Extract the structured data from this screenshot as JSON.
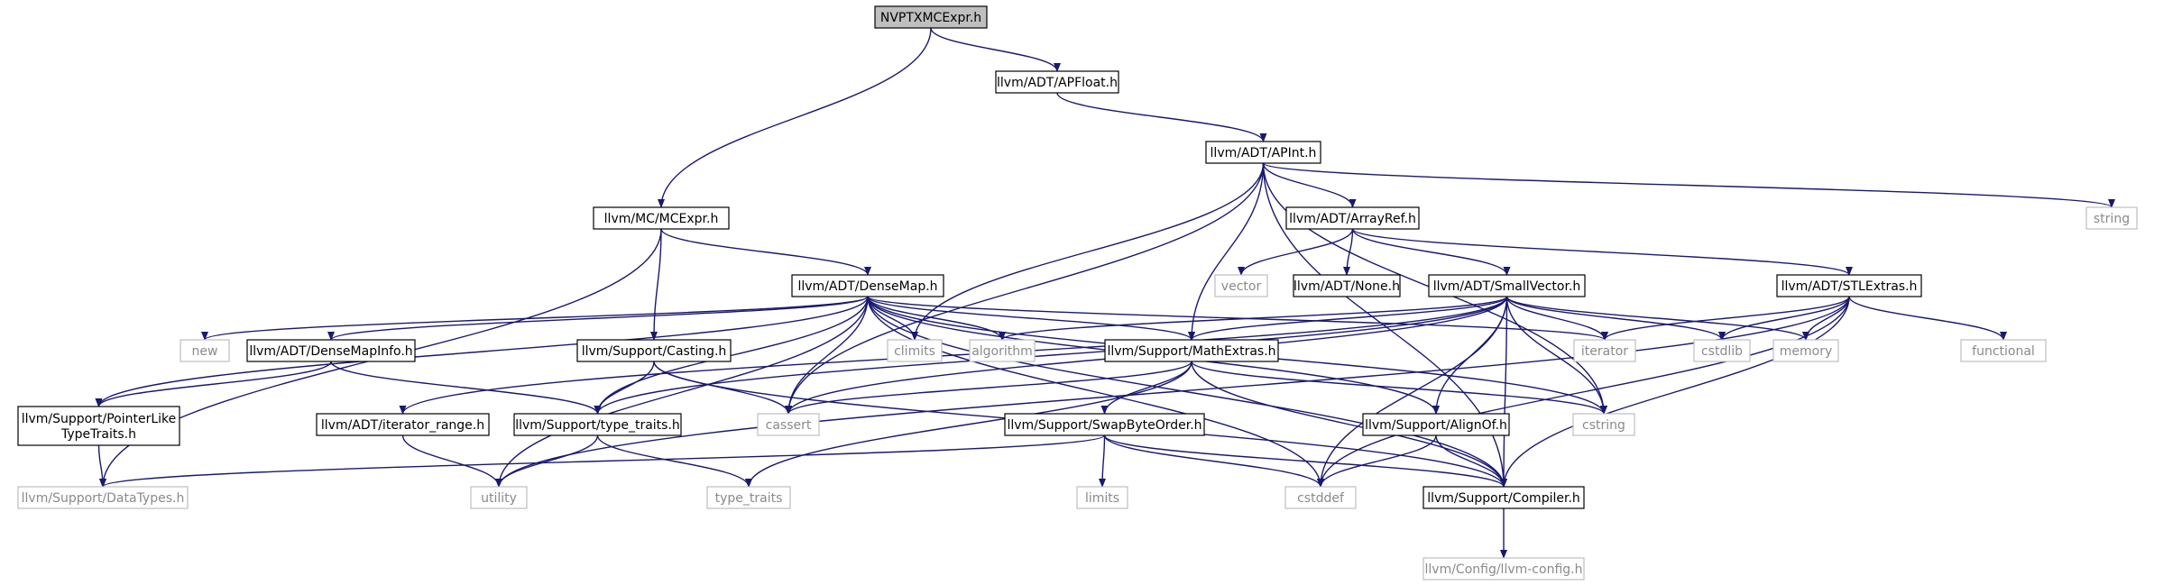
{
  "graph": {
    "colors": {
      "edge": "#191970",
      "root_fill": "#bfbfbf",
      "documented_border": "#000000",
      "system_border": "#bfbfbf",
      "system_text": "#8a8a8a"
    },
    "nodes": [
      {
        "id": "nvptx",
        "label": "NVPTXMCExpr.h",
        "kind": "root"
      },
      {
        "id": "apfloat",
        "label": "llvm/ADT/APFloat.h",
        "kind": "doc"
      },
      {
        "id": "apint",
        "label": "llvm/ADT/APInt.h",
        "kind": "doc"
      },
      {
        "id": "mcexpr",
        "label": "llvm/MC/MCExpr.h",
        "kind": "doc"
      },
      {
        "id": "arrayref",
        "label": "llvm/ADT/ArrayRef.h",
        "kind": "doc"
      },
      {
        "id": "string",
        "label": "string",
        "kind": "sys"
      },
      {
        "id": "densemap",
        "label": "llvm/ADT/DenseMap.h",
        "kind": "doc"
      },
      {
        "id": "vector",
        "label": "vector",
        "kind": "sys"
      },
      {
        "id": "none",
        "label": "llvm/ADT/None.h",
        "kind": "doc"
      },
      {
        "id": "smallvector",
        "label": "llvm/ADT/SmallVector.h",
        "kind": "doc"
      },
      {
        "id": "stlextras",
        "label": "llvm/ADT/STLExtras.h",
        "kind": "doc"
      },
      {
        "id": "new",
        "label": "new",
        "kind": "sys"
      },
      {
        "id": "densemapinfo",
        "label": "llvm/ADT/DenseMapInfo.h",
        "kind": "doc"
      },
      {
        "id": "casting",
        "label": "llvm/Support/Casting.h",
        "kind": "doc"
      },
      {
        "id": "climits",
        "label": "climits",
        "kind": "sys"
      },
      {
        "id": "algorithm",
        "label": "algorithm",
        "kind": "sys"
      },
      {
        "id": "mathextras",
        "label": "llvm/Support/MathExtras.h",
        "kind": "doc"
      },
      {
        "id": "iterator",
        "label": "iterator",
        "kind": "sys"
      },
      {
        "id": "cstdlib",
        "label": "cstdlib",
        "kind": "sys"
      },
      {
        "id": "memory",
        "label": "memory",
        "kind": "sys"
      },
      {
        "id": "functional",
        "label": "functional",
        "kind": "sys"
      },
      {
        "id": "pointerlike",
        "label": "llvm/Support/PointerLike\nTypeTraits.h",
        "kind": "doc"
      },
      {
        "id": "iterrange",
        "label": "llvm/ADT/iterator_range.h",
        "kind": "doc"
      },
      {
        "id": "typetraits",
        "label": "llvm/Support/type_traits.h",
        "kind": "doc"
      },
      {
        "id": "cassert",
        "label": "cassert",
        "kind": "sys"
      },
      {
        "id": "swapbyte",
        "label": "llvm/Support/SwapByteOrder.h",
        "kind": "doc"
      },
      {
        "id": "alignof",
        "label": "llvm/Support/AlignOf.h",
        "kind": "doc"
      },
      {
        "id": "cstring",
        "label": "cstring",
        "kind": "sys"
      },
      {
        "id": "datatypes",
        "label": "llvm/Support/DataTypes.h",
        "kind": "sys"
      },
      {
        "id": "utility",
        "label": "utility",
        "kind": "sys"
      },
      {
        "id": "type_traits",
        "label": "type_traits",
        "kind": "sys"
      },
      {
        "id": "limits",
        "label": "limits",
        "kind": "sys"
      },
      {
        "id": "cstddef",
        "label": "cstddef",
        "kind": "sys"
      },
      {
        "id": "compiler",
        "label": "llvm/Support/Compiler.h",
        "kind": "doc"
      },
      {
        "id": "llvmconfig",
        "label": "llvm/Config/llvm-config.h",
        "kind": "sys"
      }
    ],
    "edges": [
      [
        "nvptx",
        "apfloat"
      ],
      [
        "nvptx",
        "mcexpr"
      ],
      [
        "apfloat",
        "apint"
      ],
      [
        "apint",
        "arrayref"
      ],
      [
        "apint",
        "string"
      ],
      [
        "apint",
        "mathextras"
      ],
      [
        "apint",
        "climits"
      ],
      [
        "apint",
        "cassert"
      ],
      [
        "apint",
        "cstring"
      ],
      [
        "apint",
        "compiler"
      ],
      [
        "mcexpr",
        "densemap"
      ],
      [
        "mcexpr",
        "casting"
      ],
      [
        "mcexpr",
        "datatypes"
      ],
      [
        "arrayref",
        "vector"
      ],
      [
        "arrayref",
        "none"
      ],
      [
        "arrayref",
        "smallvector"
      ],
      [
        "arrayref",
        "stlextras"
      ],
      [
        "densemap",
        "new"
      ],
      [
        "densemap",
        "densemapinfo"
      ],
      [
        "densemap",
        "climits"
      ],
      [
        "densemap",
        "algorithm"
      ],
      [
        "densemap",
        "mathextras"
      ],
      [
        "densemap",
        "iterator"
      ],
      [
        "densemap",
        "pointerlike"
      ],
      [
        "densemap",
        "typetraits"
      ],
      [
        "densemap",
        "cassert"
      ],
      [
        "densemap",
        "alignof"
      ],
      [
        "densemap",
        "cstring"
      ],
      [
        "densemap",
        "utility"
      ],
      [
        "densemap",
        "cstddef"
      ],
      [
        "densemap",
        "compiler"
      ],
      [
        "smallvector",
        "algorithm"
      ],
      [
        "smallvector",
        "mathextras"
      ],
      [
        "smallvector",
        "iterator"
      ],
      [
        "smallvector",
        "cstdlib"
      ],
      [
        "smallvector",
        "memory"
      ],
      [
        "smallvector",
        "iterrange"
      ],
      [
        "smallvector",
        "typetraits"
      ],
      [
        "smallvector",
        "cassert"
      ],
      [
        "smallvector",
        "alignof"
      ],
      [
        "smallvector",
        "cstring"
      ],
      [
        "smallvector",
        "cstddef"
      ],
      [
        "smallvector",
        "compiler"
      ],
      [
        "stlextras",
        "iterator"
      ],
      [
        "stlextras",
        "cstdlib"
      ],
      [
        "stlextras",
        "memory"
      ],
      [
        "stlextras",
        "functional"
      ],
      [
        "stlextras",
        "utility"
      ],
      [
        "stlextras",
        "cstddef"
      ],
      [
        "stlextras",
        "compiler"
      ],
      [
        "densemapinfo",
        "pointerlike"
      ],
      [
        "densemapinfo",
        "typetraits"
      ],
      [
        "casting",
        "typetraits"
      ],
      [
        "casting",
        "cassert"
      ],
      [
        "casting",
        "compiler"
      ],
      [
        "mathextras",
        "swapbyte"
      ],
      [
        "mathextras",
        "type_traits"
      ],
      [
        "mathextras",
        "cassert"
      ],
      [
        "mathextras",
        "cstring"
      ],
      [
        "mathextras",
        "compiler"
      ],
      [
        "pointerlike",
        "datatypes"
      ],
      [
        "iterrange",
        "utility"
      ],
      [
        "typetraits",
        "utility"
      ],
      [
        "typetraits",
        "type_traits"
      ],
      [
        "swapbyte",
        "datatypes"
      ],
      [
        "swapbyte",
        "limits"
      ],
      [
        "swapbyte",
        "cstddef"
      ],
      [
        "swapbyte",
        "compiler"
      ],
      [
        "alignof",
        "cstddef"
      ],
      [
        "alignof",
        "compiler"
      ],
      [
        "compiler",
        "llvmconfig"
      ]
    ]
  }
}
